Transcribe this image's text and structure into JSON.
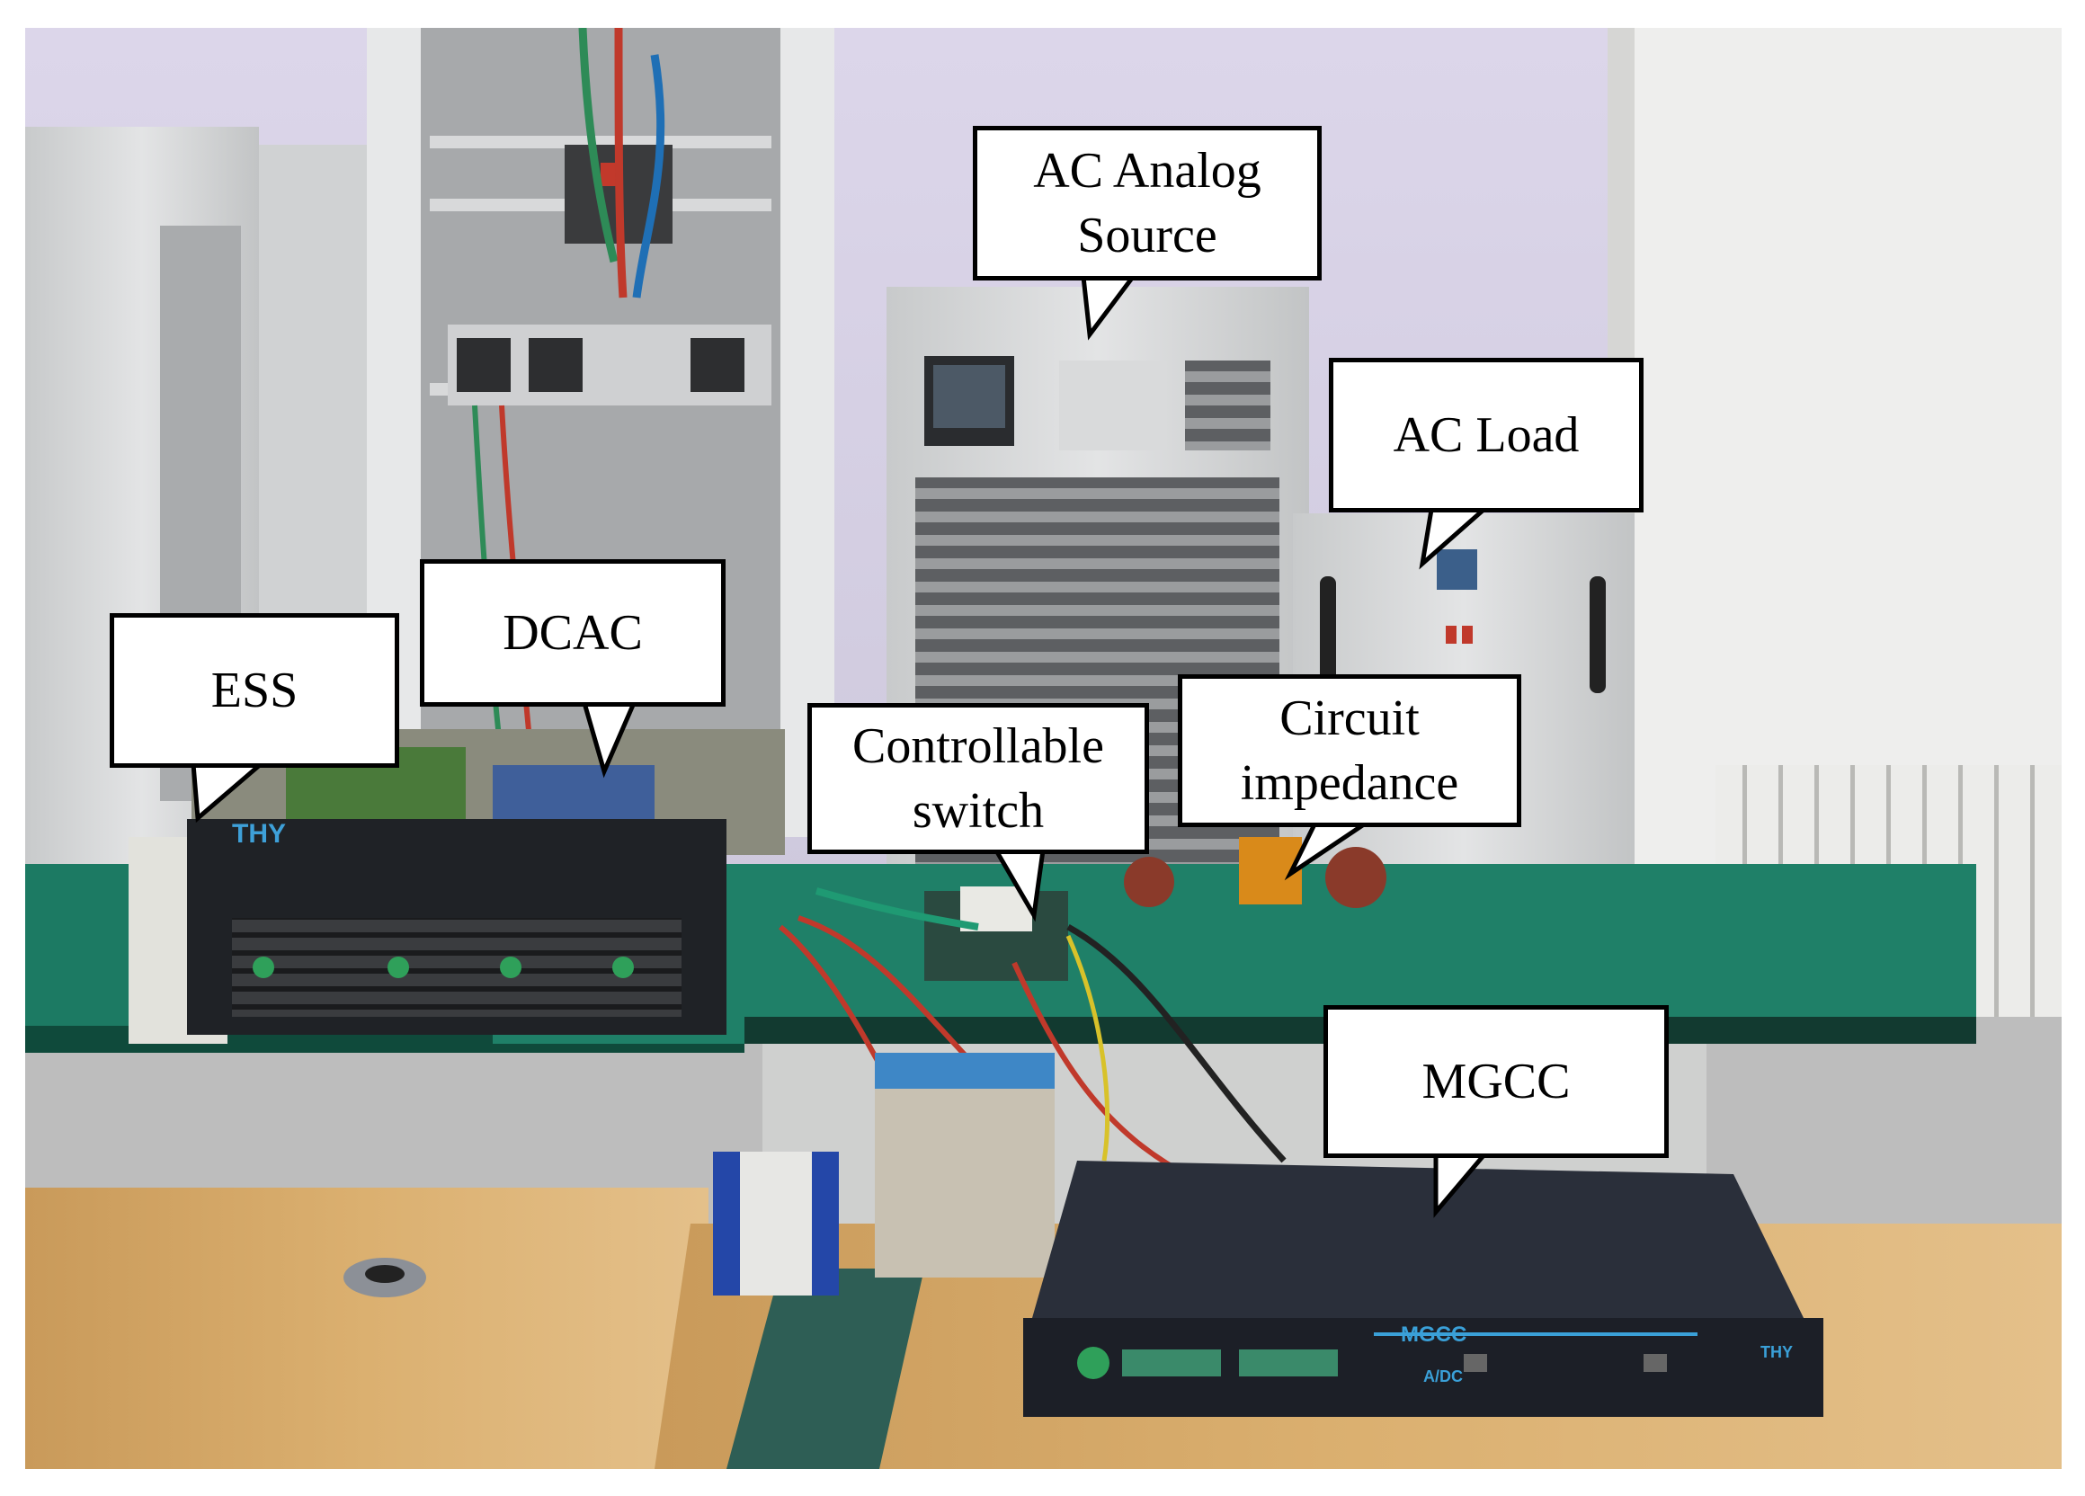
{
  "callouts": {
    "ac_source": "AC Analog\nSource",
    "ac_load": "AC Load",
    "dcac": "DCAC",
    "ess": "ESS",
    "switch": "Controllable\nswitch",
    "impedance": "Circuit\nimpedance",
    "mgcc": "MGCC"
  },
  "device_labels": {
    "thy_brand": "THY",
    "mgcc_panel": "MGCC",
    "mgcc_sub": "A/DC",
    "mgcc_brand": "THY"
  },
  "colors": {
    "wall": "#ccc6dc",
    "bench": "#1c7a63",
    "wood": "#d5a868",
    "cabinet": "#d4d6d6",
    "black_unit": "#1f2226",
    "callout_border": "#000000"
  }
}
